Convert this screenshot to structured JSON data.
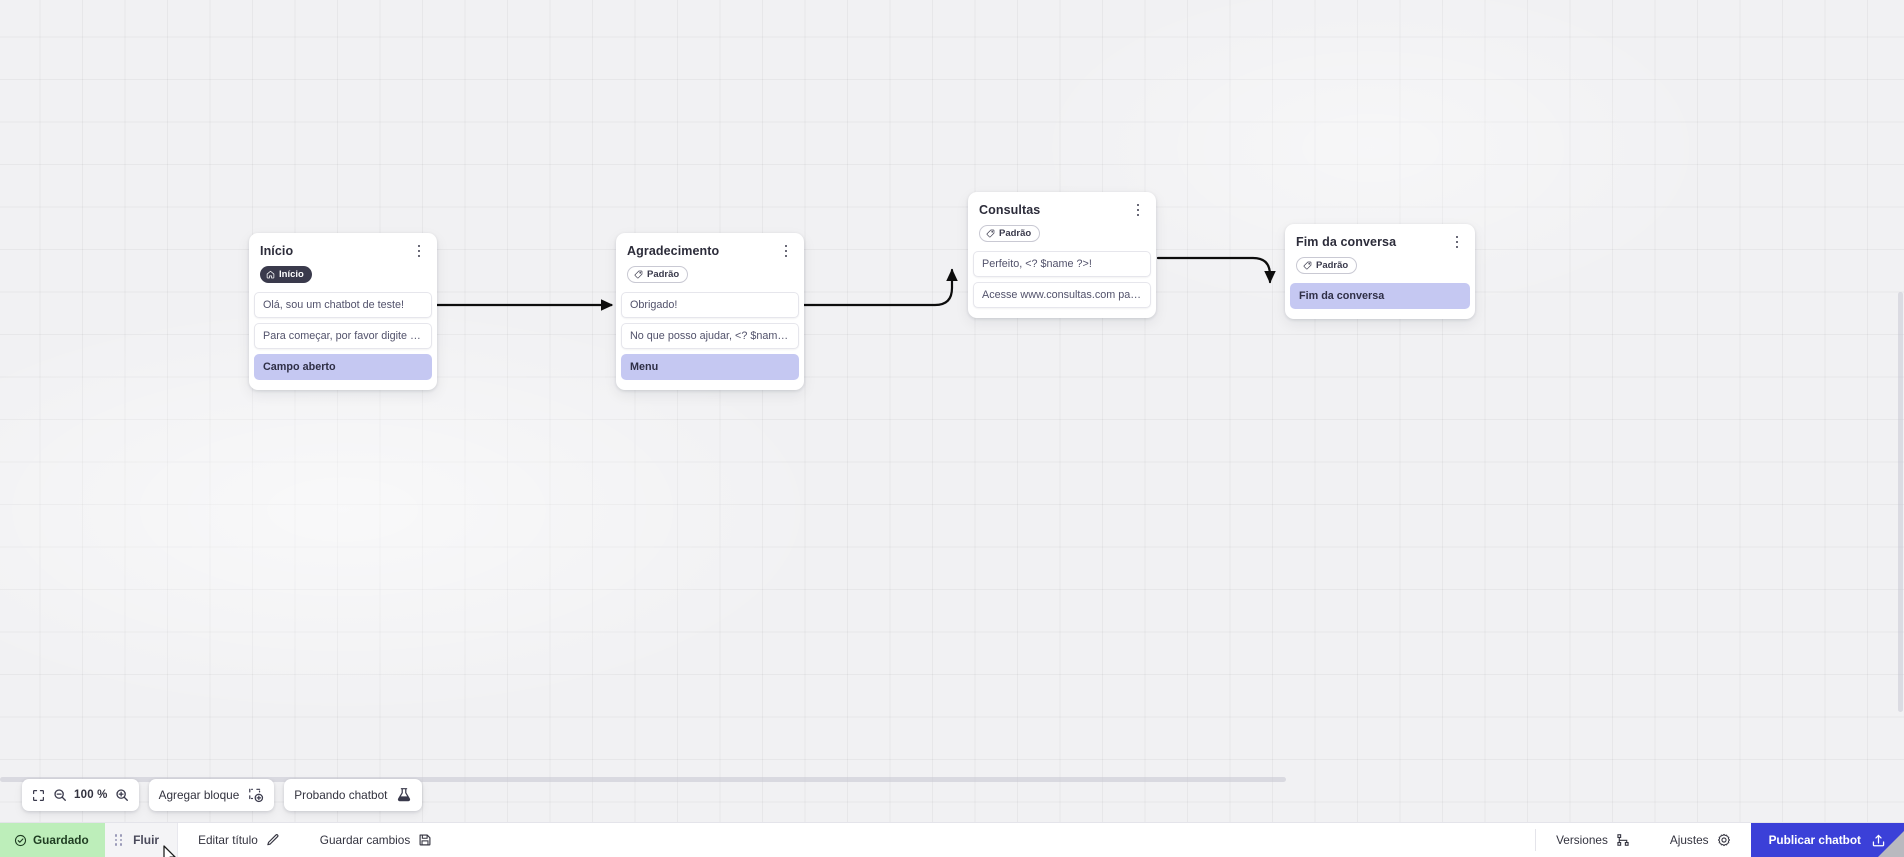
{
  "app": {
    "zoom_level": "100 %",
    "accent_color": "#3b40d8",
    "saved_color": "#bdeeba",
    "accent_row_color": "#c5c8f2"
  },
  "canvas": {
    "nodes": [
      {
        "id": "inicio",
        "title": "Início",
        "badge": {
          "label": "Início",
          "style": "dark",
          "icon": "home-icon"
        },
        "rows": [
          {
            "text": "Olá, sou um chatbot de teste!",
            "accent": false
          },
          {
            "text": "Para começar, por favor digite o ...",
            "accent": false
          },
          {
            "text": "Campo aberto",
            "accent": true
          }
        ]
      },
      {
        "id": "agradecimento",
        "title": "Agradecimento",
        "badge": {
          "label": "Padrão",
          "style": "outline",
          "icon": "tag-icon"
        },
        "rows": [
          {
            "text": "Obrigado!",
            "accent": false
          },
          {
            "text": "No que posso ajudar, <? $name ...",
            "accent": false
          },
          {
            "text": "Menu",
            "accent": true
          }
        ]
      },
      {
        "id": "consultas",
        "title": "Consultas",
        "badge": {
          "label": "Padrão",
          "style": "outline",
          "icon": "tag-icon"
        },
        "rows": [
          {
            "text": "Perfeito, <? $name ?>!",
            "accent": false
          },
          {
            "text": "Acesse www.consultas.com par...",
            "accent": false
          }
        ]
      },
      {
        "id": "fim-da-conversa",
        "title": "Fim da conversa",
        "badge": {
          "label": "Padrão",
          "style": "outline",
          "icon": "tag-icon"
        },
        "rows": [
          {
            "text": "Fim da conversa",
            "accent": true
          }
        ]
      }
    ]
  },
  "float_toolbar": {
    "fit_icon": "fit-screen-icon",
    "zoom_out_icon": "zoom-out-icon",
    "zoom_level": "100 %",
    "zoom_in_icon": "zoom-in-icon",
    "add_block_label": "Agregar bloque",
    "add_block_icon": "add-block-icon",
    "test_chatbot_label": "Probando chatbot",
    "test_chatbot_icon": "flask-icon"
  },
  "bottom_bar": {
    "saved_label": "Guardado",
    "saved_icon": "check-circle-icon",
    "tab_label": "Fluir",
    "drag_handle_icon": "drag-handle-icon",
    "edit_title_label": "Editar título",
    "edit_title_icon": "pencil-icon",
    "save_changes_label": "Guardar cambios",
    "save_changes_icon": "save-disk-icon",
    "versions_label": "Versiones",
    "versions_icon": "branch-icon",
    "settings_label": "Ajustes",
    "settings_icon": "gear-icon",
    "publish_label": "Publicar chatbot",
    "publish_icon": "upload-icon"
  }
}
